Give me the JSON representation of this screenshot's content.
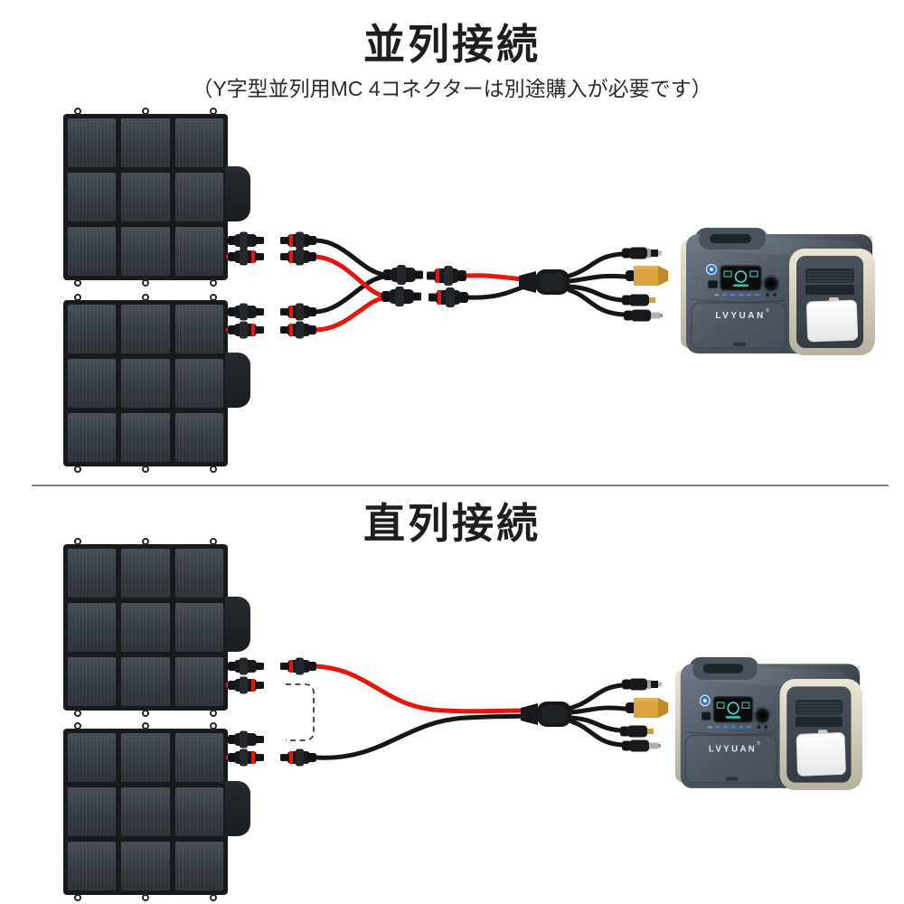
{
  "parallel": {
    "title": "並列接続",
    "subtitle": "（Y字型並列用MC 4コネクターは別途購入が必要です）"
  },
  "series": {
    "title": "直列接続"
  },
  "station": {
    "brand": "LVYUAN",
    "reg": "®"
  },
  "colors": {
    "cable_red": "#e6150d",
    "cable_black": "#161616",
    "xt60_yellow": "#dba23d",
    "station_body": "#4e5663",
    "station_trim": "#d9d3c2",
    "display_teal": "#3fe0cf",
    "panel_frame": "#17191c",
    "panel_cell": "#363c43",
    "divider": "#828282",
    "title_text": "#1e1e1e"
  },
  "icons": {
    "mc4_connector": "svg-shape",
    "xt60_connector": "svg-shape",
    "dc_plug": "svg-shape",
    "y_splitter_block": "svg-shape",
    "series_link": "dashed-path",
    "power_station": "svg-illustration",
    "solar_panel": "css-grid"
  }
}
